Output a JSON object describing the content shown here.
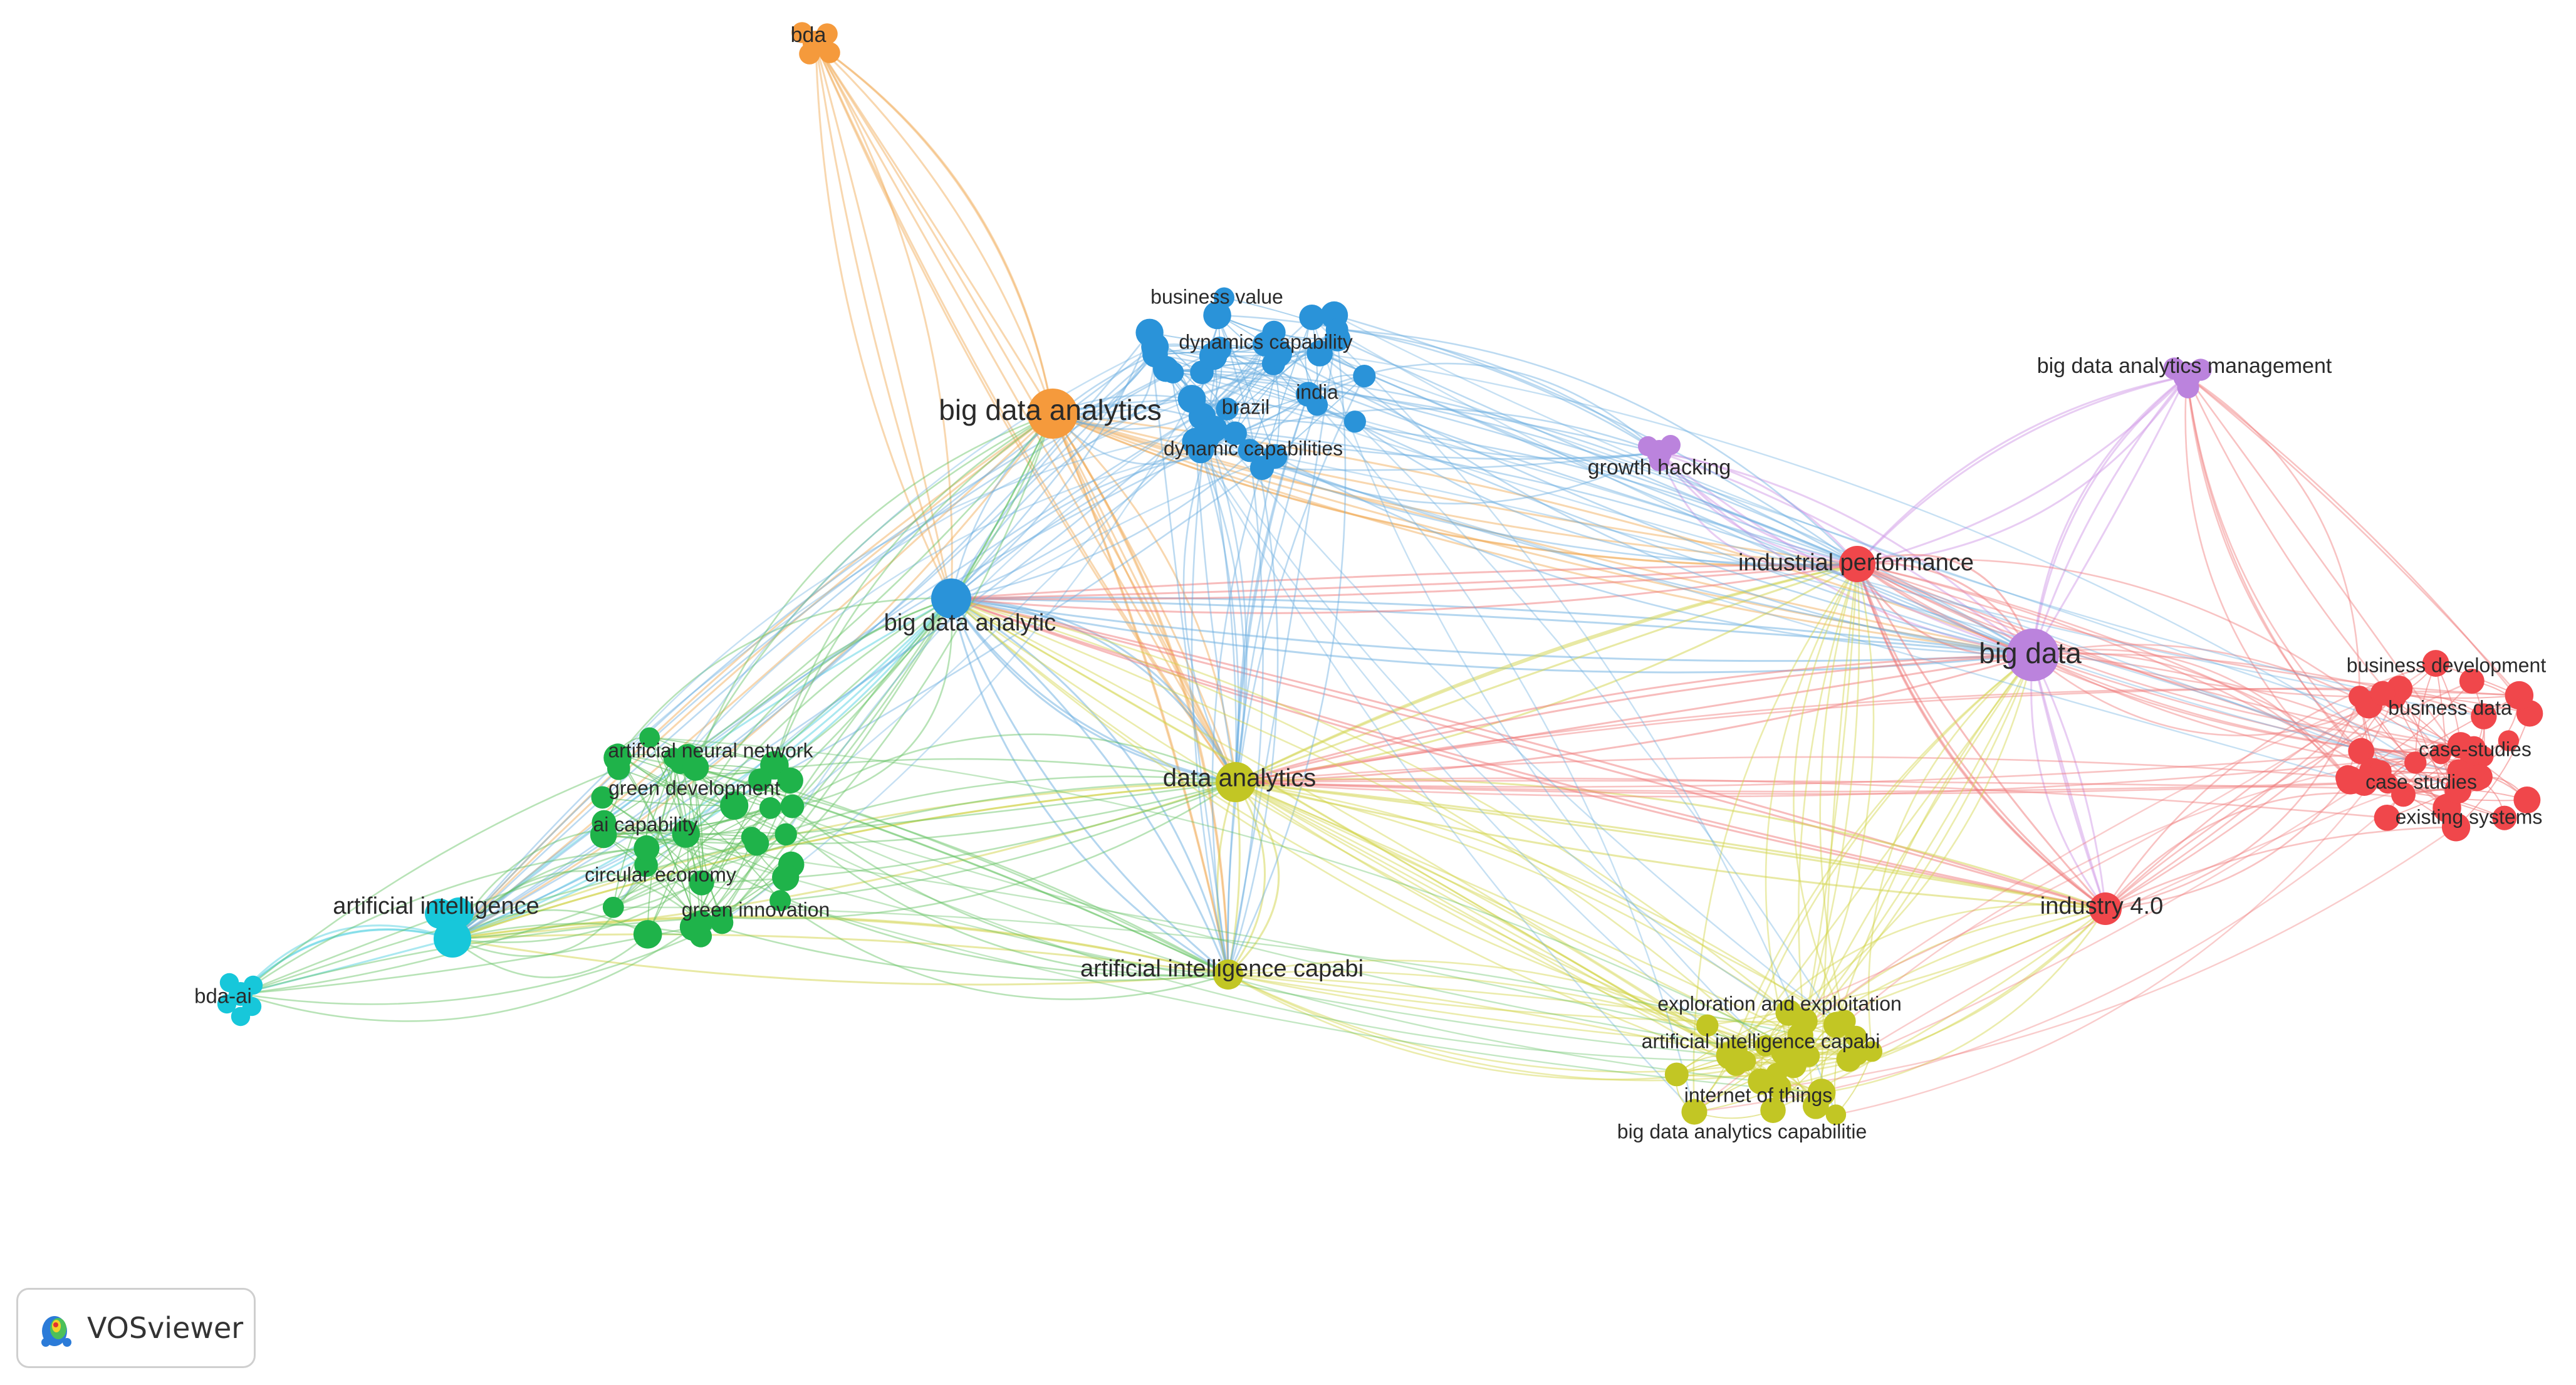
{
  "app": {
    "name": "VOSviewer",
    "logo_icon": "vosviewer-logo-icon"
  },
  "network": {
    "clusters": [
      {
        "id": "red",
        "color": "#f0474b",
        "link_color": "#f07a7a"
      },
      {
        "id": "green",
        "color": "#1fb34a",
        "link_color": "#62c060"
      },
      {
        "id": "blue",
        "color": "#2a93d9",
        "link_color": "#6aaee0"
      },
      {
        "id": "yellow",
        "color": "#c2c624",
        "link_color": "#d2d44a"
      },
      {
        "id": "purple",
        "color": "#bb83dd",
        "link_color": "#d29be8"
      },
      {
        "id": "cyan",
        "color": "#17c7da",
        "link_color": "#55d2e2"
      },
      {
        "id": "orange",
        "color": "#f59a3c",
        "link_color": "#f2b060"
      }
    ],
    "hubs": [
      {
        "id": "bda",
        "label": "bda",
        "cluster": "orange"
      },
      {
        "id": "bdanalytics",
        "label": "big data analytics",
        "cluster": "orange"
      },
      {
        "id": "bdanalytic",
        "label": "big data analytic",
        "cluster": "blue"
      },
      {
        "id": "dataan",
        "label": "data analytics",
        "cluster": "yellow"
      },
      {
        "id": "aicap",
        "label": "artificial intelligence capabi",
        "cluster": "yellow"
      },
      {
        "id": "ai",
        "label": "artificial intelligence",
        "cluster": "cyan"
      },
      {
        "id": "bdaai",
        "label": "bda-ai",
        "cluster": "cyan"
      },
      {
        "id": "growth",
        "label": "growth hacking",
        "cluster": "purple"
      },
      {
        "id": "bdam",
        "label": "big data analytics management",
        "cluster": "purple"
      },
      {
        "id": "bigdata",
        "label": "big data",
        "cluster": "purple"
      },
      {
        "id": "indperf",
        "label": "industrial performance",
        "cluster": "red"
      },
      {
        "id": "ind40",
        "label": "industry 4.0",
        "cluster": "red"
      }
    ],
    "cluster_labels": {
      "blue": [
        "business value",
        "dynamics capability",
        "india",
        "brazil",
        "dynamic capabilities"
      ],
      "green": [
        "artificial neural network",
        "green development",
        "ai capability",
        "circular economy",
        "green innovation"
      ],
      "red": [
        "business development",
        "business data",
        "case-studies",
        "case studies",
        "existing systems"
      ],
      "yellow": [
        "exploration and exploitation",
        "artificial intelligence capabi",
        "internet of things",
        "big data analytics capabilitie"
      ]
    }
  }
}
